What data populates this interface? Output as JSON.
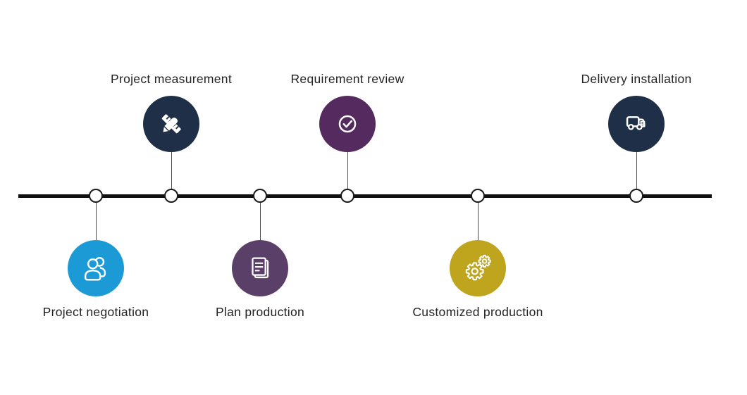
{
  "diagram": {
    "type": "process-timeline",
    "background": "#ffffff",
    "axis_color": "#111111",
    "node_fill": "#ffffff",
    "node_border": "#1a1a1a",
    "connector_color": "#4d4d4d",
    "label_color": "#222222"
  },
  "steps": [
    {
      "label": "Project negotiation",
      "side": "below",
      "icon": "people-icon",
      "color": "#1C9AD6"
    },
    {
      "label": "Project measurement",
      "side": "above",
      "icon": "ruler-pencil-icon",
      "color": "#202F48"
    },
    {
      "label": "Plan production",
      "side": "below",
      "icon": "document-icon",
      "color": "#5A3F68"
    },
    {
      "label": "Requirement review",
      "side": "above",
      "icon": "check-circle-icon",
      "color": "#542A5F"
    },
    {
      "label": "Customized production",
      "side": "below",
      "icon": "gears-icon",
      "color": "#BFA41E"
    },
    {
      "label": "Delivery installation",
      "side": "above",
      "icon": "truck-icon",
      "color": "#202F48"
    }
  ]
}
